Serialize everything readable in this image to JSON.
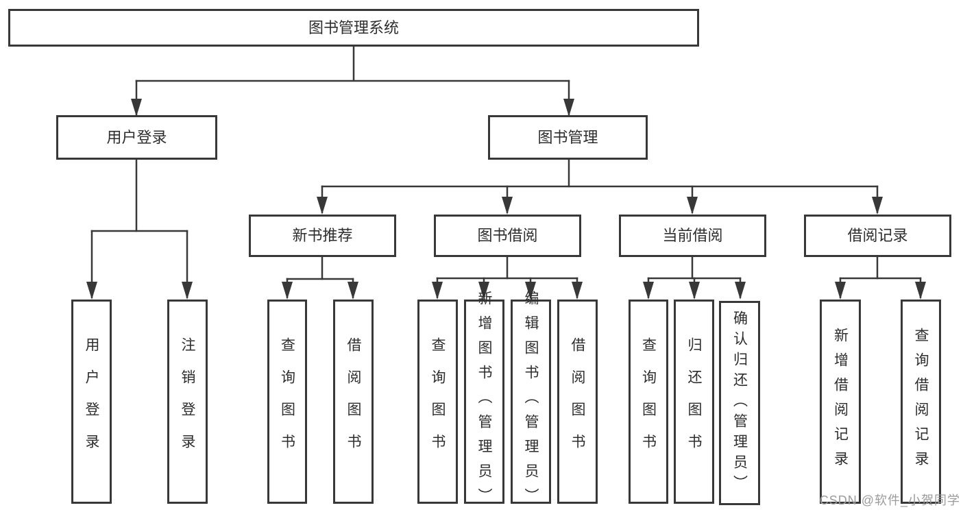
{
  "tree": {
    "root": {
      "label": "图书管理系统",
      "children": [
        {
          "label": "用户登录",
          "children": [
            {
              "label": "用户登录"
            },
            {
              "label": "注销登录"
            }
          ]
        },
        {
          "label": "图书管理",
          "children": [
            {
              "label": "新书推荐",
              "children": [
                {
                  "label": "查询图书"
                },
                {
                  "label": "借阅图书"
                }
              ]
            },
            {
              "label": "图书借阅",
              "children": [
                {
                  "label": "查询图书"
                },
                {
                  "label": "新增图书（管理员）"
                },
                {
                  "label": "编辑图书（管理员）"
                },
                {
                  "label": "借阅图书"
                }
              ]
            },
            {
              "label": "当前借阅",
              "children": [
                {
                  "label": "查询图书"
                },
                {
                  "label": "归还图书"
                },
                {
                  "label": "确认归还（管理员）"
                }
              ]
            },
            {
              "label": "借阅记录",
              "children": [
                {
                  "label": "新增借阅记录"
                },
                {
                  "label": "查询借阅记录"
                }
              ]
            }
          ]
        }
      ]
    }
  },
  "watermark": {
    "text": "CSDN @软件_小贺同学"
  },
  "colors": {
    "line": "#383838",
    "box_border": "#383838",
    "text": "#2d2d2d",
    "background": "#ffffff",
    "watermark": "#9b9b9b"
  }
}
